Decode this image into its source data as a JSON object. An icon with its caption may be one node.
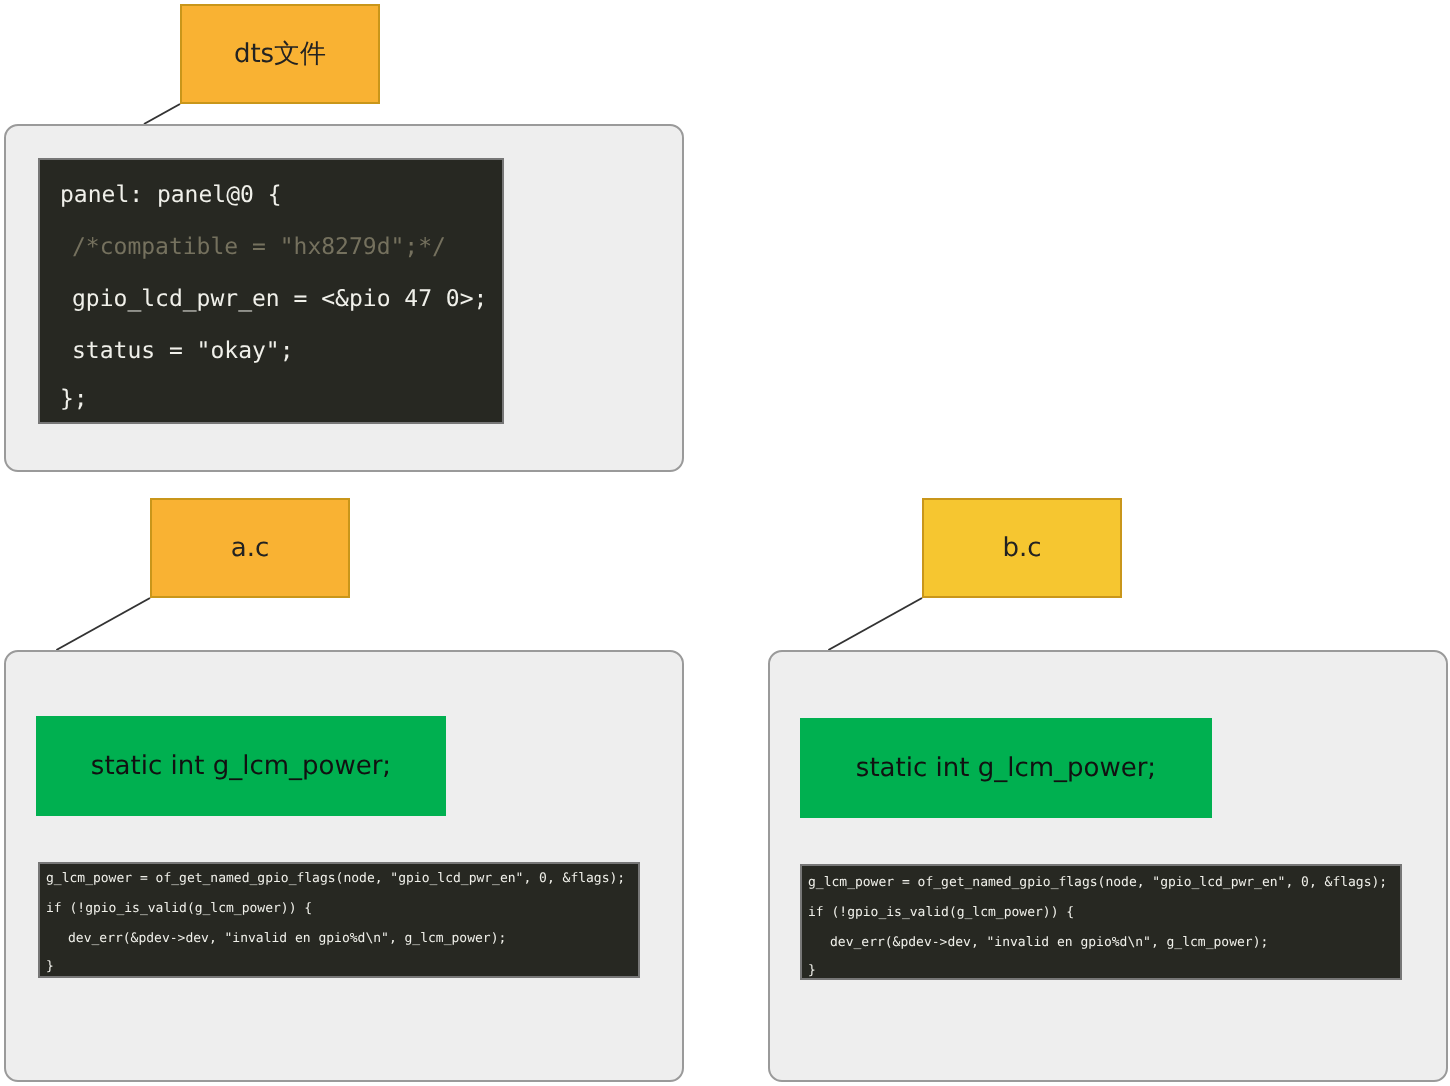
{
  "diagram": {
    "nodes": [
      {
        "text": [
          "dts文件"
        ]
      },
      {
        "text": [],
        "shape": "box"
      },
      {
        "text": [
          "panel: panel@0 {",
          "/*compatible = \"hx8279d\";*/",
          "gpio_lcd_pwr_en = <&pio 47 0>;",
          "status = \"okay\";",
          "};"
        ],
        "in": 1
      },
      {
        "text": [
          "a.c"
        ]
      },
      {
        "text": [],
        "shape": "box"
      },
      {
        "text": [
          "static int g_lcm_power;"
        ],
        "in": 4
      },
      {
        "text": [
          "g_lcm_power = of_get_named_gpio_flags(node, \"gpio_lcd_pwr_en\", 0, &flags);",
          "if (!gpio_is_valid(g_lcm_power)) {",
          "dev_err(&pdev->dev, \"invalid en gpio%d\\n\", g_lcm_power);",
          "}"
        ],
        "in": 4
      },
      {
        "text": [
          "b.c"
        ]
      },
      {
        "text": [],
        "shape": "box"
      },
      {
        "text": [
          "static int g_lcm_power;"
        ],
        "in": 8
      },
      {
        "text": [
          "g_lcm_power = of_get_named_gpio_flags(node, \"gpio_lcd_pwr_en\", 0, &flags);",
          "if (!gpio_is_valid(g_lcm_power)) {",
          "dev_err(&pdev->dev, \"invalid en gpio%d\\n\", g_lcm_power);",
          "}"
        ],
        "in": 8
      }
    ],
    "edges": [
      {
        "from": 0,
        "to": 1,
        "arrow": "none"
      },
      {
        "from": 3,
        "to": 4,
        "arrow": "none"
      },
      {
        "from": 7,
        "to": 8,
        "arrow": "none"
      }
    ]
  }
}
